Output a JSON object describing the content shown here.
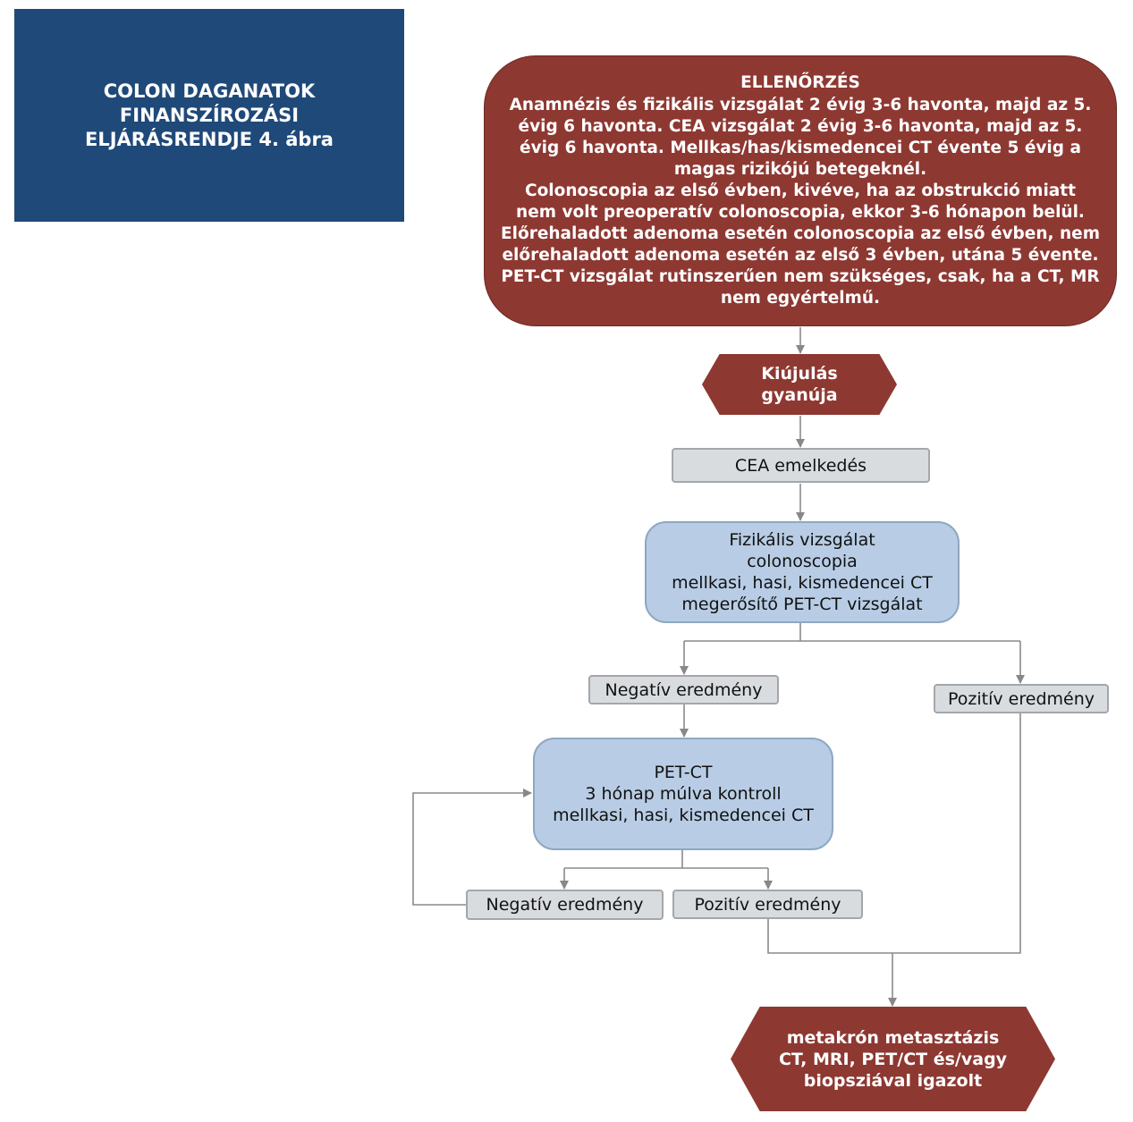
{
  "title": [
    "COLON DAGANATOK",
    "FINANSZÍROZÁSI",
    "ELJÁRÁSRENDJE 4. ábra"
  ],
  "check": {
    "heading": "ELLENŐRZÉS",
    "lines": [
      "Anamnézis és fizikális vizsgálat 2 évig 3-6 havonta, majd az 5.",
      "évig 6 havonta. CEA vizsgálat  2 évig 3-6 havonta, majd az 5.",
      "évig 6 havonta. Mellkas/has/kismedencei CT évente 5 évig a",
      "magas rizikójú betegeknél.",
      "Colonoscopia az első évben, kivéve, ha az obstrukció miatt",
      "nem volt preoperatív colonoscopia, ekkor 3-6 hónapon belül.",
      "Előrehaladott adenoma esetén colonoscopia az első évben, nem",
      "előrehaladott adenoma esetén az első 3 évben, utána 5 évente.",
      "PET-CT vizsgálat rutinszerűen nem szükséges, csak, ha a CT, MR",
      "nem egyértelmű."
    ]
  },
  "relapse": [
    "Kiújulás",
    "gyanúja"
  ],
  "cea": "CEA emelkedés",
  "exam": [
    "Fizikális vizsgálat",
    "colonoscopia",
    "mellkasi, hasi, kismedencei CT",
    "megerősítő PET-CT vizsgálat"
  ],
  "neg1": "Negatív eredmény",
  "pos1": "Pozitív eredmény",
  "petct": [
    "PET-CT",
    "3 hónap múlva kontroll",
    "mellkasi, hasi, kismedencei CT"
  ],
  "neg2": "Negatív eredmény",
  "pos2": "Pozitív eredmény",
  "meta": [
    "metakrón metasztázis",
    "CT, MRI, PET/CT és/vagy",
    "biopsziával igazolt"
  ],
  "colors": {
    "title_bg": "#1f4978",
    "red": "#8e3832",
    "blue": "#b8cde5",
    "gray": "#d9dcdf",
    "line": "#888888"
  }
}
